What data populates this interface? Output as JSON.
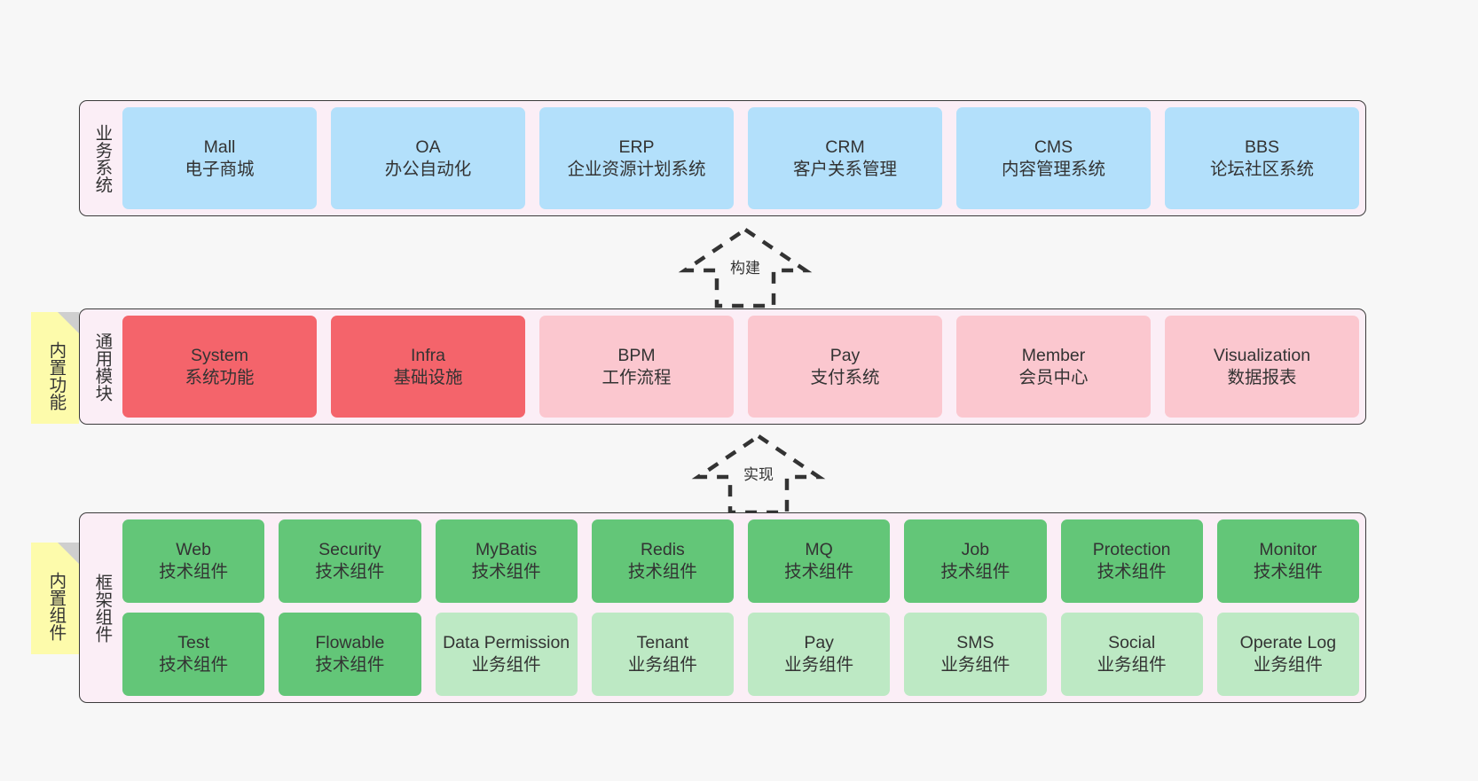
{
  "layers": [
    {
      "id": "business",
      "title": "业务系统",
      "rows": [
        {
          "cards": [
            {
              "en": "Mall",
              "cn": "电子商城",
              "color": "blue"
            },
            {
              "en": "OA",
              "cn": "办公自动化",
              "color": "blue"
            },
            {
              "en": "ERP",
              "cn": "企业资源计划系统",
              "color": "blue"
            },
            {
              "en": "CRM",
              "cn": "客户关系管理",
              "color": "blue"
            },
            {
              "en": "CMS",
              "cn": "内容管理系统",
              "color": "blue"
            },
            {
              "en": "BBS",
              "cn": "论坛社区系统",
              "color": "blue"
            }
          ]
        }
      ]
    },
    {
      "id": "common",
      "title": "通用模块",
      "rows": [
        {
          "cards": [
            {
              "en": "System",
              "cn": "系统功能",
              "color": "red"
            },
            {
              "en": "Infra",
              "cn": "基础设施",
              "color": "red"
            },
            {
              "en": "BPM",
              "cn": "工作流程",
              "color": "pink"
            },
            {
              "en": "Pay",
              "cn": "支付系统",
              "color": "pink"
            },
            {
              "en": "Member",
              "cn": "会员中心",
              "color": "pink"
            },
            {
              "en": "Visualization",
              "cn": "数据报表",
              "color": "pink"
            }
          ]
        }
      ]
    },
    {
      "id": "framework",
      "title": "框架组件",
      "rows": [
        {
          "cards": [
            {
              "en": "Web",
              "cn": "技术组件",
              "color": "green"
            },
            {
              "en": "Security",
              "cn": "技术组件",
              "color": "green"
            },
            {
              "en": "MyBatis",
              "cn": "技术组件",
              "color": "green"
            },
            {
              "en": "Redis",
              "cn": "技术组件",
              "color": "green"
            },
            {
              "en": "MQ",
              "cn": "技术组件",
              "color": "green"
            },
            {
              "en": "Job",
              "cn": "技术组件",
              "color": "green"
            },
            {
              "en": "Protection",
              "cn": "技术组件",
              "color": "green"
            },
            {
              "en": "Monitor",
              "cn": "技术组件",
              "color": "green"
            }
          ]
        },
        {
          "cards": [
            {
              "en": "Test",
              "cn": "技术组件",
              "color": "green"
            },
            {
              "en": "Flowable",
              "cn": "技术组件",
              "color": "green"
            },
            {
              "en": "Data Permission",
              "cn": "业务组件",
              "color": "lightgreen"
            },
            {
              "en": "Tenant",
              "cn": "业务组件",
              "color": "lightgreen"
            },
            {
              "en": "Pay",
              "cn": "业务组件",
              "color": "lightgreen"
            },
            {
              "en": "SMS",
              "cn": "业务组件",
              "color": "lightgreen"
            },
            {
              "en": "Social",
              "cn": "业务组件",
              "color": "lightgreen"
            },
            {
              "en": "Operate Log",
              "cn": "业务组件",
              "color": "lightgreen"
            }
          ]
        }
      ]
    }
  ],
  "sticky_notes": [
    {
      "id": "common",
      "text": "内置功能"
    },
    {
      "id": "framework",
      "text": "内置组件"
    }
  ],
  "arrows": [
    {
      "id": "build",
      "label": "构建"
    },
    {
      "id": "impl",
      "label": "实现"
    }
  ],
  "colors": {
    "canvas_bg": "#f7f7f7",
    "layer_bg": "#fbeef6",
    "layer_border": "#3b3b3b",
    "blue": "#b3e0fb",
    "red": "#f4646b",
    "pink": "#fbc7cf",
    "green": "#63c678",
    "lightgreen": "#bde9c4",
    "sticky": "#fdfbab",
    "sticky_fold": "#cfcfcf",
    "text": "#333333"
  }
}
